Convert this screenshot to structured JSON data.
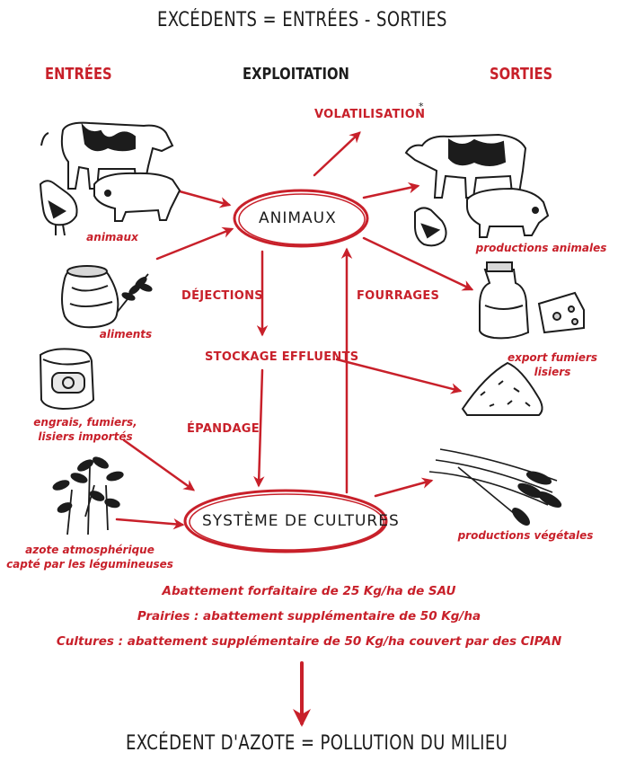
{
  "title": "EXCÉDENTS = ENTRÉES - SORTIES",
  "columns": {
    "entrees": "ENTRÉES",
    "exploitation": "EXPLOITATION",
    "sorties": "SORTIES"
  },
  "nodes": {
    "animaux": "ANIMAUX",
    "systeme": "SYSTÈME DE CULTURES"
  },
  "flows": {
    "volatilisation": "VOLATILISATION",
    "volatilisation_mark": "*",
    "dejections": "DÉJECTIONS",
    "fourrages": "FOURRAGES",
    "stockage": "STOCKAGE EFFLUENTS",
    "epandage": "ÉPANDAGE"
  },
  "inputs": {
    "animaux": "animaux",
    "aliments": "aliments",
    "engrais_line1": "engrais, fumiers,",
    "engrais_line2": "lisiers importés",
    "azote_line1": "azote atmosphérique",
    "azote_line2": "capté par les légumineuses"
  },
  "outputs": {
    "productions_animales": "productions animales",
    "export_line1": "export fumiers",
    "export_line2": "lisiers",
    "productions_vegetales": "productions végétales"
  },
  "notes": [
    "Abattement forfaitaire de 25 Kg/ha de SAU",
    "Prairies : abattement supplémentaire de 50 Kg/ha",
    "Cultures : abattement supplémentaire de 50 Kg/ha couvert par des CIPAN"
  ],
  "conclusion": "EXCÉDENT D'AZOTE = POLLUTION DU MILIEU",
  "colors": {
    "red": "#c8202a",
    "ink": "#1c1c1c"
  },
  "icons": [
    "cow-icon",
    "pig-icon",
    "chicken-icon",
    "feed-sack-icon",
    "wheat-sprig-icon",
    "fertilizer-bag-icon",
    "legume-plant-icon",
    "milk-can-icon",
    "cheese-icon",
    "manure-pile-icon",
    "wheat-bundle-icon"
  ]
}
